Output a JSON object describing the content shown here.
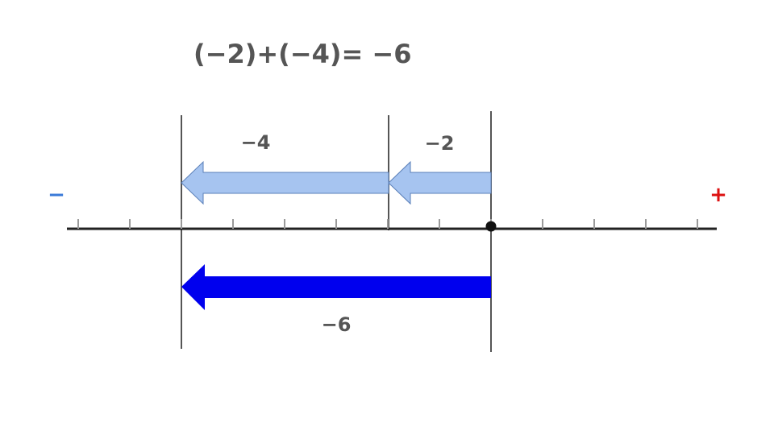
{
  "equation": {
    "text": "(−2)+(−4)= −6"
  },
  "number_line": {
    "minus_sign": "−",
    "plus_sign": "+",
    "tick_count": 13
  },
  "arrows": {
    "first_label": "−2",
    "second_label": "−4",
    "result_label": "−6"
  },
  "colors": {
    "text": "#555555",
    "axis": "#222222",
    "guide": "#555555",
    "light_arrow_fill": "#a6c4f0",
    "light_arrow_stroke": "#5a7fb8",
    "dark_arrow_fill": "#0000ee",
    "origin_dot": "#111111",
    "minus_sign": "#3a7ad8",
    "plus_sign": "#dd1111"
  }
}
